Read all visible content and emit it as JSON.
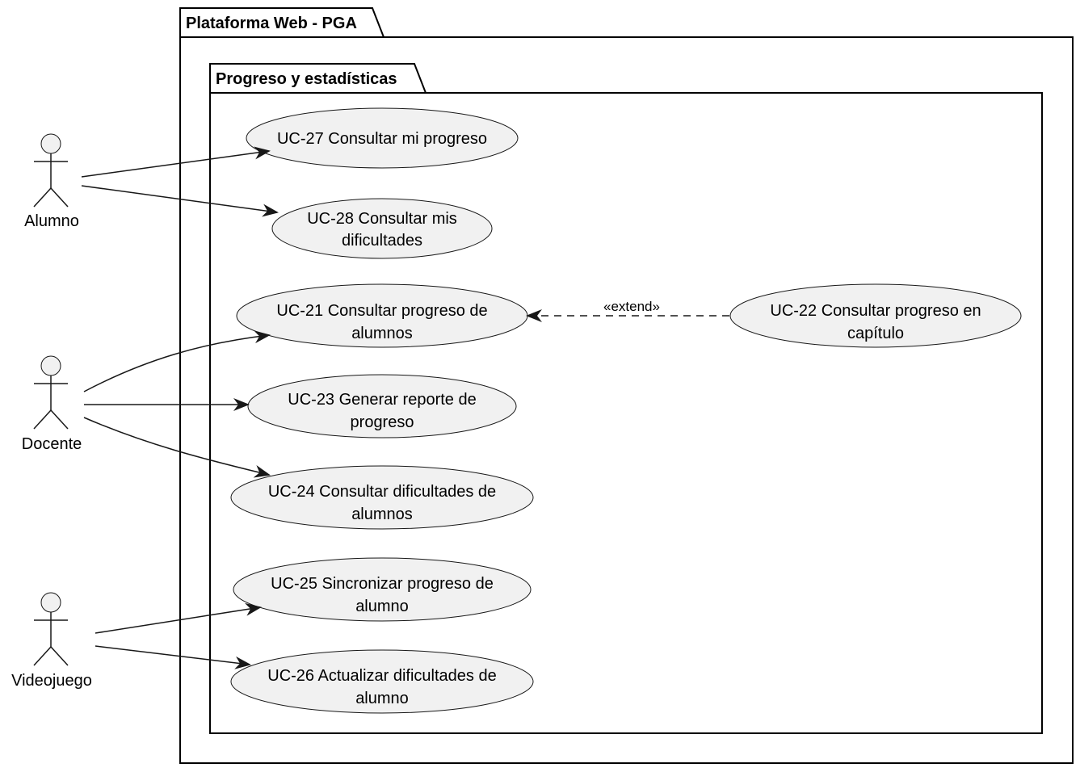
{
  "packages": {
    "outer_title": "Plataforma Web - PGA",
    "inner_title": "Progreso y estadísticas"
  },
  "actors": {
    "alumno": "Alumno",
    "docente": "Docente",
    "videojuego": "Videojuego"
  },
  "use_cases": {
    "uc27": [
      "UC-27 Consultar mi progreso"
    ],
    "uc28": [
      "UC-28 Consultar mis",
      "dificultades"
    ],
    "uc21": [
      "UC-21 Consultar progreso de",
      "alumnos"
    ],
    "uc22": [
      "UC-22 Consultar progreso en",
      "capítulo"
    ],
    "uc23": [
      "UC-23 Generar reporte de",
      "progreso"
    ],
    "uc24": [
      "UC-24 Consultar dificultades de",
      "alumnos"
    ],
    "uc25": [
      "UC-25 Sincronizar progreso de",
      "alumno"
    ],
    "uc26": [
      "UC-26 Actualizar dificultades de",
      "alumno"
    ]
  },
  "relations": {
    "extend_label": "«extend»"
  }
}
